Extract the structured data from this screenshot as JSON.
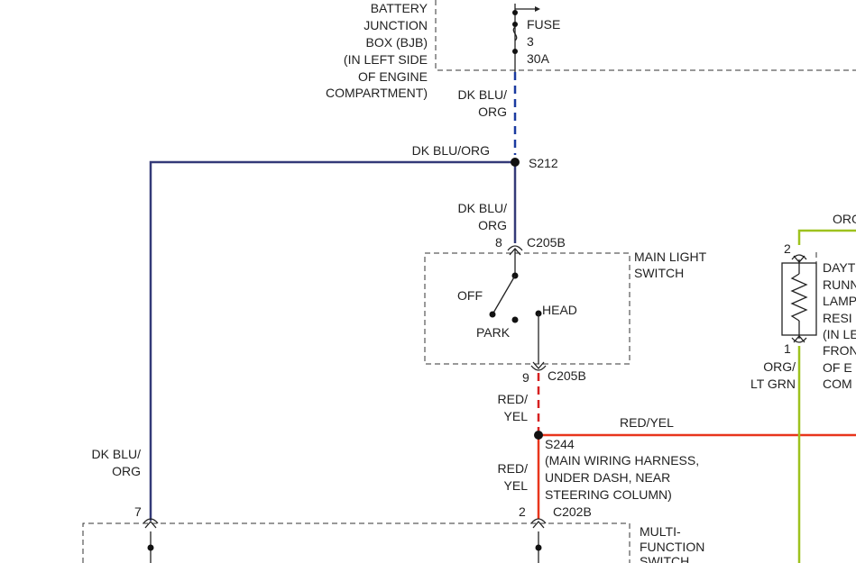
{
  "colors": {
    "dk_blu_org": "#343a78",
    "dk_blu_org_dashed": "#1a3aa0",
    "red_yel": "#e8351c",
    "red_yel_dashed": "#d62020",
    "org_lt_grn": "#9ec21e",
    "dashed_box": "#333333"
  },
  "bjb": {
    "lines": [
      "BATTERY",
      "JUNCTION",
      "BOX (BJB)",
      "(IN LEFT SIDE",
      "OF ENGINE",
      "COMPARTMENT)"
    ]
  },
  "fuse": {
    "label": "FUSE",
    "number": "3",
    "rating": "30A"
  },
  "wires": {
    "dk_blu_org_a": [
      "DK BLU/",
      "ORG"
    ],
    "dk_blu_org_top": "DK BLU/ORG",
    "dk_blu_org_b": [
      "DK BLU/",
      "ORG"
    ],
    "dk_blu_org_left": [
      "DK BLU/",
      "ORG"
    ],
    "red_yel_a": [
      "RED/",
      "YEL"
    ],
    "red_yel_b": [
      "RED/",
      "YEL"
    ],
    "red_yel_right": "RED/YEL",
    "org_lt_grn": [
      "ORG/",
      "LT GRN"
    ],
    "org_top_right": "ORG"
  },
  "splices": {
    "s212": "S212",
    "s244": "S244"
  },
  "s244_desc": [
    "(MAIN WIRING HARNESS,",
    "UNDER DASH, NEAR",
    "STEERING COLUMN)"
  ],
  "connectors": {
    "c205b_top": {
      "name": "C205B",
      "pin": "8"
    },
    "c205b_bottom": {
      "name": "C205B",
      "pin": "9"
    },
    "c202b": {
      "name": "C202B",
      "pin": "2"
    },
    "mfs_left": {
      "pin": "7"
    },
    "drl_top": {
      "pin": "2"
    },
    "drl_bottom": {
      "pin": "1"
    }
  },
  "main_light_switch": {
    "title": [
      "MAIN LIGHT",
      "SWITCH"
    ],
    "positions": {
      "off": "OFF",
      "park": "PARK",
      "head": "HEAD"
    }
  },
  "multi_function_switch": {
    "title": [
      "MULTI-",
      "FUNCTION",
      "SWITCH"
    ]
  },
  "drl_resistor": {
    "lines": [
      "DAYT",
      "RUNN",
      "LAMP",
      "RESI",
      "(IN LE",
      "FRON",
      "OF E",
      "COM"
    ]
  }
}
